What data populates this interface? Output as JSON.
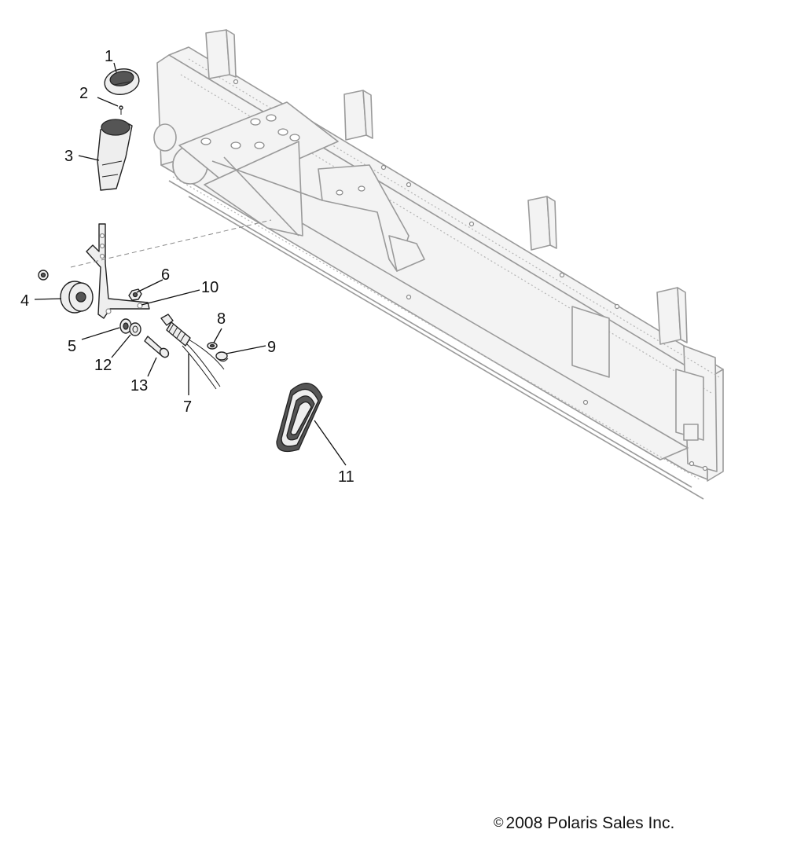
{
  "callouts": [
    "1",
    "2",
    "3",
    "4",
    "5",
    "6",
    "7",
    "8",
    "9",
    "10",
    "11",
    "12",
    "13"
  ],
  "copyright": {
    "symbol": "©",
    "text": "2008 Polaris Sales Inc."
  }
}
